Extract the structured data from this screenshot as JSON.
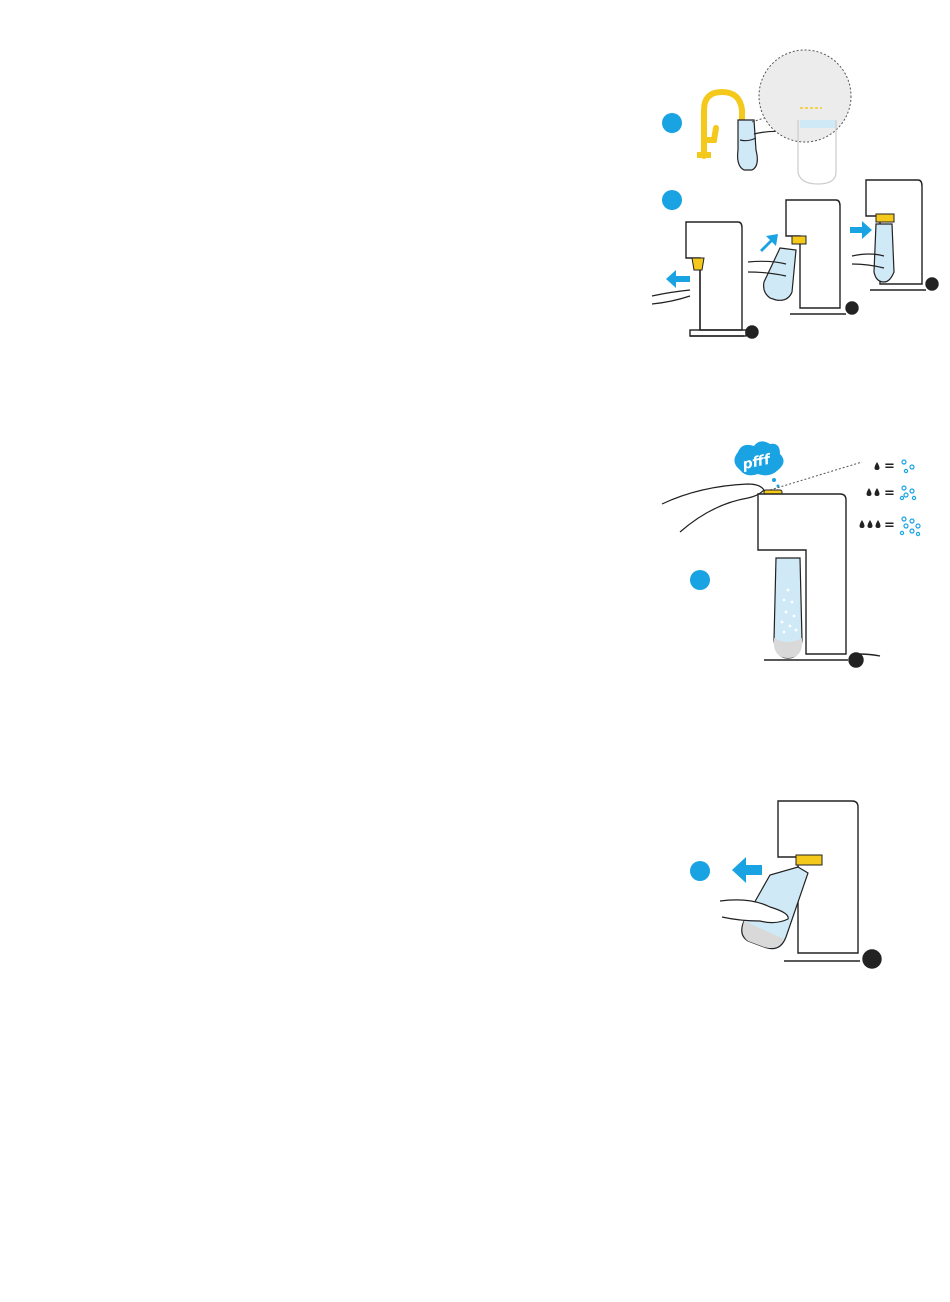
{
  "colors": {
    "accent_blue": "#1aa3e3",
    "water_blue": "#cfe9f7",
    "yellow": "#f4c91c",
    "outline": "#222222",
    "background": "#ffffff"
  },
  "step1": {
    "icons": [
      "step-dot-icon",
      "faucet-icon",
      "bottle-icon",
      "fill-line-zoom-icon"
    ]
  },
  "step2": {
    "icons": [
      "step-dot-icon",
      "machine-icon",
      "arrow-left-icon",
      "arrow-right-icon",
      "arrow-up-right-icon"
    ]
  },
  "step3": {
    "pfff_label": "pfff",
    "levels": [
      {
        "drops": 1,
        "equals": "="
      },
      {
        "drops": 2,
        "equals": "="
      },
      {
        "drops": 3,
        "equals": "="
      }
    ]
  },
  "step4": {
    "icons": [
      "step-dot-icon",
      "arrow-left-icon",
      "machine-icon",
      "bottle-icon"
    ]
  }
}
